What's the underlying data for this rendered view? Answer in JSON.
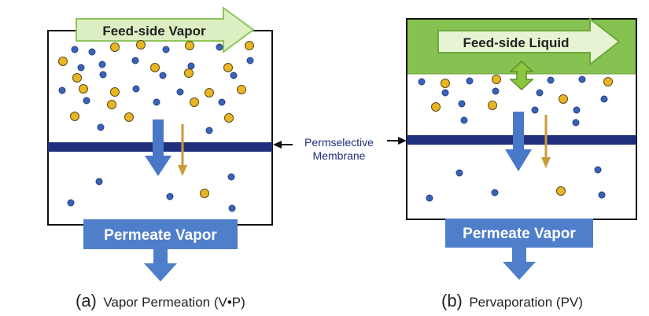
{
  "colors": {
    "blue_particle": "#3a63b8",
    "gold_particle": "#e9b523",
    "membrane": "#1f2f7c",
    "flow_arrow": "#4a78c9",
    "flow_arrow_small": "#c99a3a",
    "feed_arrow_fill": "#dcefc3",
    "feed_arrow_stroke": "#8fc45a",
    "liquid_band": "#86c251",
    "double_arrow": "#8cc63f",
    "permeate_box": "#4f7ecb"
  },
  "panel_a": {
    "feed_label": "Feed-side Vapor",
    "permeate_label": "Permeate Vapor",
    "caption_letter": "(a)",
    "caption_text": "Vapor Permeation (V•P)"
  },
  "panel_b": {
    "feed_label": "Feed-side Liquid",
    "permeate_label": "Permeate Vapor",
    "caption_letter": "(b)",
    "caption_text": "Pervaporation (PV)"
  },
  "membrane_label": {
    "line1": "Permselective",
    "line2": "Membrane"
  }
}
